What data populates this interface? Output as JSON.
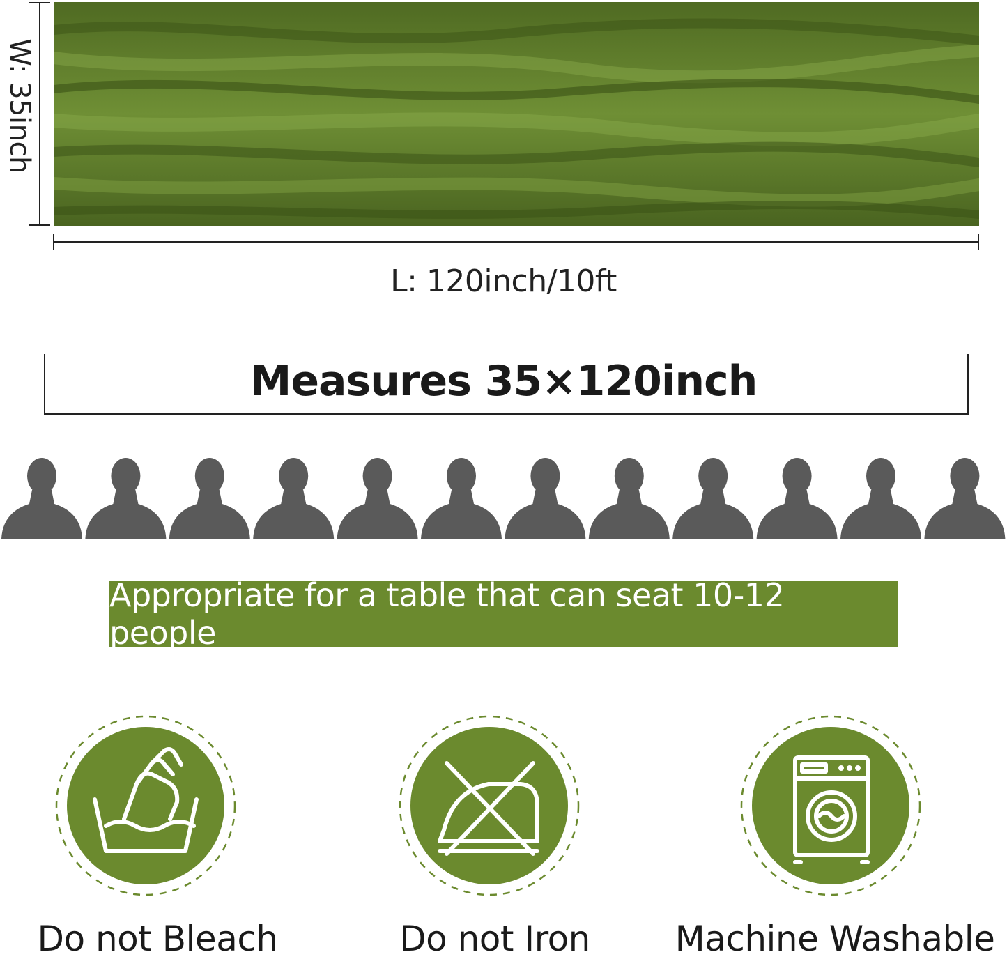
{
  "dimensions": {
    "width_label": "W: 35inch",
    "length_label": "L: 120inch/10ft"
  },
  "measures": {
    "title": "Measures 35×120inch"
  },
  "people": {
    "count": 12,
    "color": "#5a5a5a"
  },
  "banner": {
    "text": "Appropriate for a table that can seat 10-12 people",
    "color": "#6b8a2e"
  },
  "care": [
    {
      "label": "Do not Bleach",
      "icon": "hand-wash-icon"
    },
    {
      "label": "Do not Iron",
      "icon": "no-iron-icon"
    },
    {
      "label": "Machine Washable",
      "icon": "washing-machine-icon"
    }
  ],
  "colors": {
    "fabric": "#5e7a2c",
    "accent": "#6b8a2e",
    "text": "#1a1a1a"
  }
}
